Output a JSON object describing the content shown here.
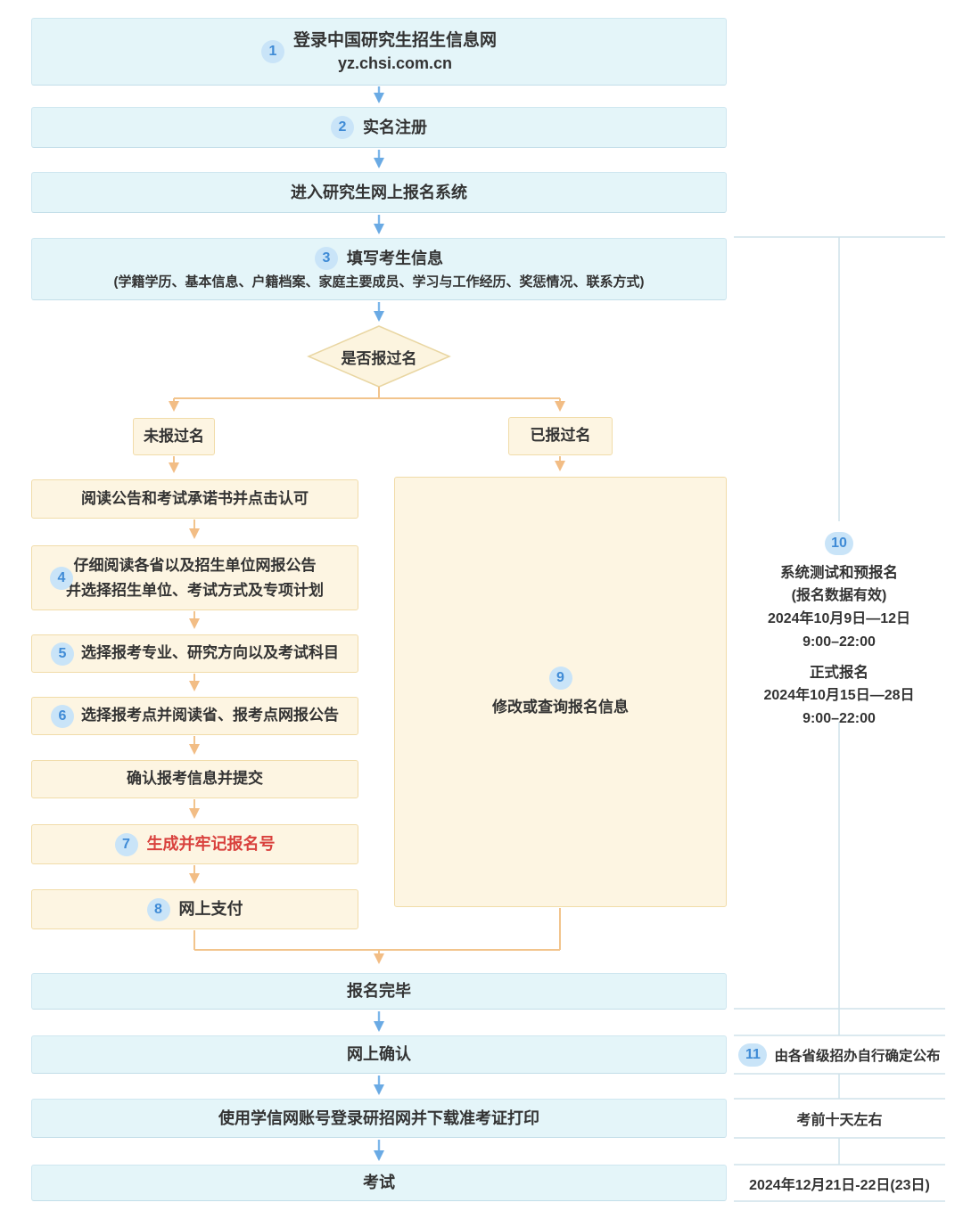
{
  "colors": {
    "blue_box_bg": "#e4f5f9",
    "blue_box_border": "#cfe7f0",
    "yellow_box_bg": "#fdf5e2",
    "yellow_box_border": "#f1dca9",
    "badge_bg": "#c9e4f8",
    "badge_text": "#3f8bd6",
    "arrow_blue": "#6fb0e8",
    "arrow_orange": "#f2c28a",
    "divider": "#cfe2ea",
    "text": "#333333",
    "highlight_red": "#d9413d"
  },
  "flow": {
    "step1": {
      "badge": "1",
      "title": "登录中国研究生招生信息网",
      "subtitle": "yz.chsi.com.cn"
    },
    "step2": {
      "badge": "2",
      "label": "实名注册"
    },
    "enter_system": {
      "label": "进入研究生网上报名系统"
    },
    "step3": {
      "badge": "3",
      "title": "填写考生信息",
      "subtitle": "(学籍学历、基本信息、户籍档案、家庭主要成员、学习与工作经历、奖惩情况、联系方式)"
    },
    "decision": {
      "label": "是否报过名"
    },
    "branch_no": {
      "label": "未报过名"
    },
    "branch_yes": {
      "label": "已报过名"
    },
    "read_notice": {
      "label": "阅读公告和考试承诺书并点击认可"
    },
    "step4": {
      "badge": "4",
      "line1": "仔细阅读各省以及招生单位网报公告",
      "line2": "并选择招生单位、考试方式及专项计划"
    },
    "step5": {
      "badge": "5",
      "label": "选择报考专业、研究方向以及考试科目"
    },
    "step6": {
      "badge": "6",
      "label": "选择报考点并阅读省、报考点网报公告"
    },
    "confirm_submit": {
      "label": "确认报考信息并提交"
    },
    "step7": {
      "badge": "7",
      "label": "生成并牢记报名号"
    },
    "step8": {
      "badge": "8",
      "label": "网上支付"
    },
    "step9": {
      "badge": "9",
      "label": "修改或查询报名信息"
    },
    "finish": {
      "label": "报名完毕"
    },
    "online_confirm": {
      "label": "网上确认"
    },
    "download_ticket": {
      "label": "使用学信网账号登录研招网并下载准考证打印"
    },
    "exam": {
      "label": "考试"
    }
  },
  "sidebar": {
    "step10": {
      "badge": "10",
      "title1": "系统测试和预报名",
      "note": "(报名数据有效)",
      "date1": "2024年10月9日—12日",
      "time1": "9:00–22:00",
      "title2": "正式报名",
      "date2": "2024年10月15日—28日",
      "time2": "9:00–22:00"
    },
    "step11": {
      "badge": "11",
      "label": "由各省级招办自行确定公布"
    },
    "confirm_time": {
      "label": "考前十天左右"
    },
    "exam_time": {
      "label": "2024年12月21日-22日(23日)"
    }
  }
}
